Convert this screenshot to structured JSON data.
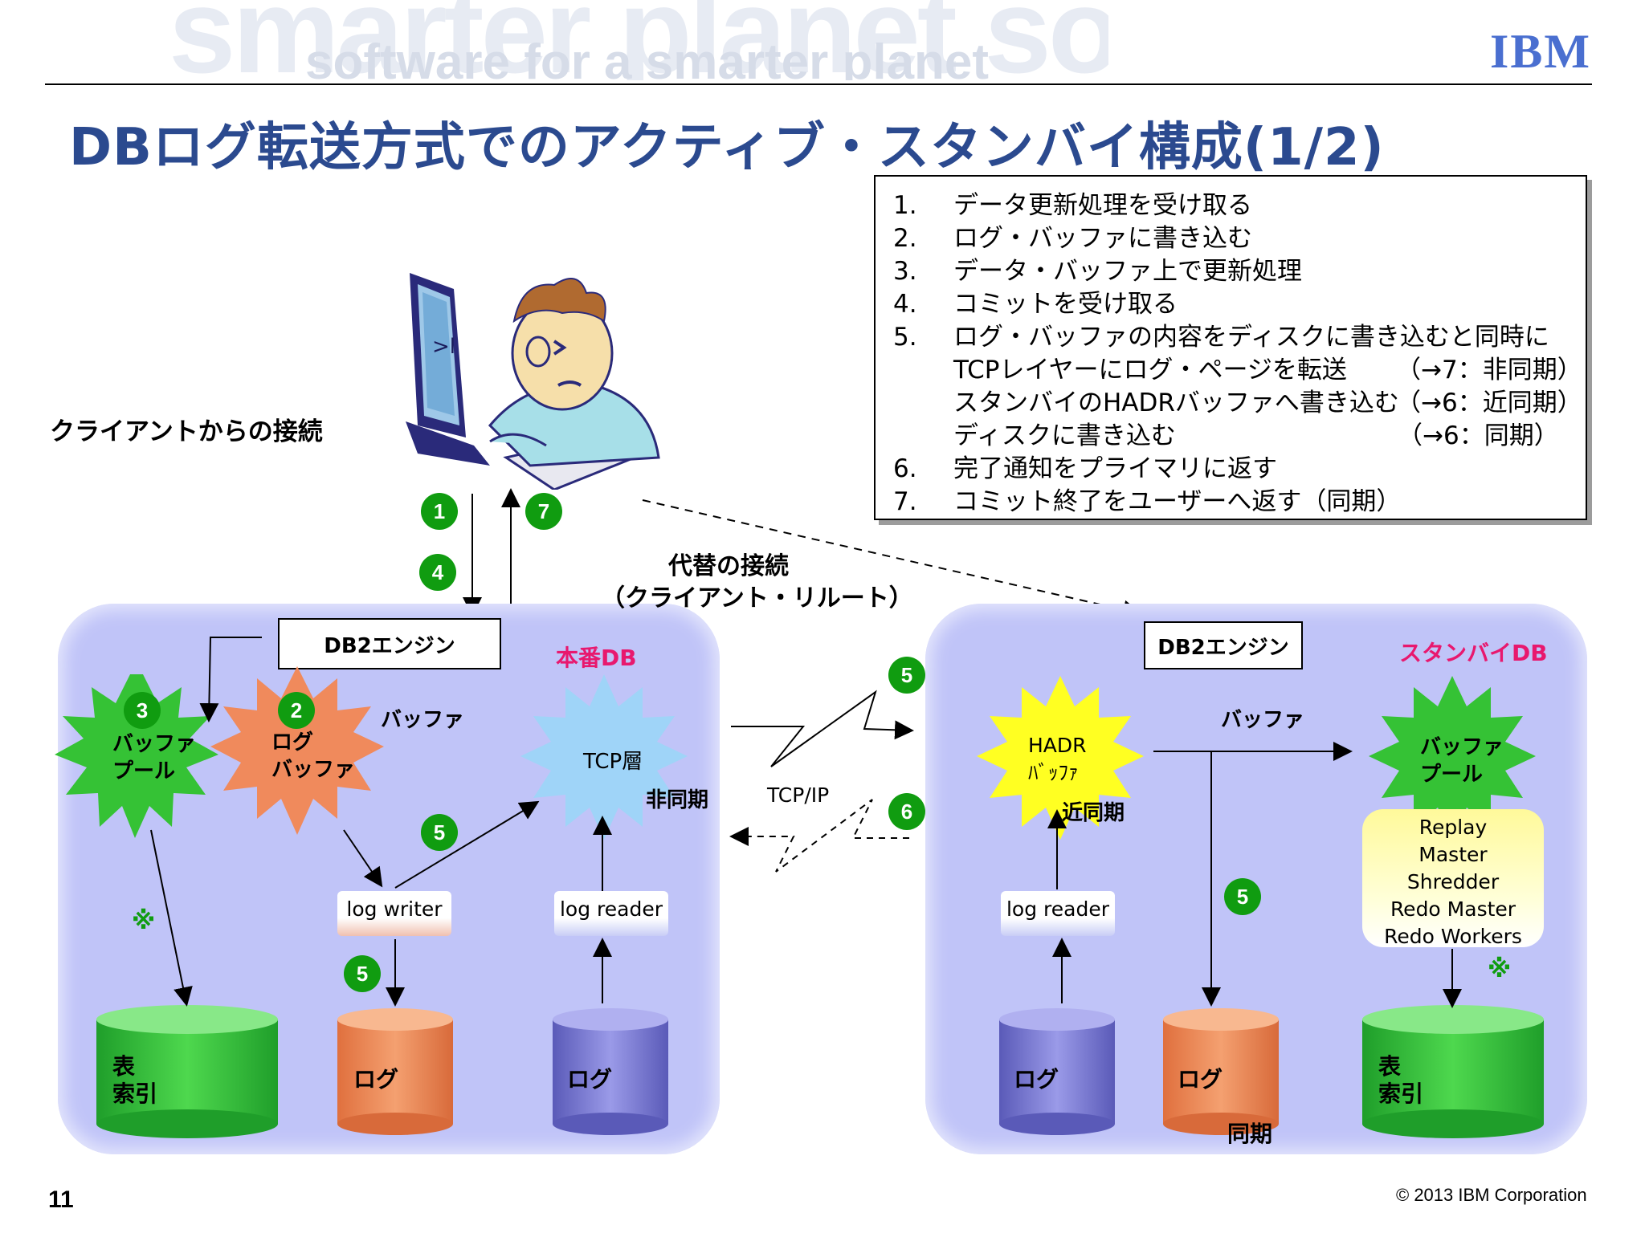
{
  "watermark": {
    "line1": "smarter planet software",
    "line2": "software for a smarter planet"
  },
  "logo": "IBM",
  "title": "DBログ転送方式でのアクティブ・スタンバイ構成(1/2)",
  "steps": [
    {
      "num": "1.",
      "text": "データ更新処理を受け取る"
    },
    {
      "num": "2.",
      "text": "ログ・バッファに書き込む"
    },
    {
      "num": "3.",
      "text": "データ・バッファ上で更新処理"
    },
    {
      "num": "4.",
      "text": "コミットを受け取る"
    },
    {
      "num": "5.",
      "text": "ログ・バッファの内容をディスクに書き込むと同時に"
    },
    {
      "num": "6.",
      "text": "完了通知をプライマリに返す"
    },
    {
      "num": "7.",
      "text": "コミット終了をユーザーへ返す（同期）"
    }
  ],
  "step5_details": [
    {
      "text": "TCPレイヤーにログ・ページを転送",
      "mode": "（→7：非同期）"
    },
    {
      "text": "スタンバイのHADRバッファへ書き込む",
      "mode": "（→6：近同期）"
    },
    {
      "text": "ディスクに書き込む",
      "mode": "（→6：同期）"
    }
  ],
  "client_label": "クライアントからの接続",
  "alt_connection": {
    "line1": "代替の接続",
    "line2": "（クライアント・リルート）"
  },
  "primary": {
    "label": "本番DB",
    "engine": "DB2エンジン",
    "buffer_pool": "バッファ\nプール",
    "log_buffer": "ログ\nバッファ",
    "buffer_label": "バッファ",
    "tcp_layer": "TCP層",
    "async": "非同期",
    "log_writer": "log writer",
    "log_reader": "log reader",
    "table_index": "表\n索引",
    "log1": "ログ",
    "log2": "ログ",
    "note_mark": "※"
  },
  "tcpip": "TCP/IP",
  "standby": {
    "label": "スタンバイDB",
    "engine": "DB2エンジン",
    "hadr_buffer": "HADR\nﾊﾞｯﾌｧ",
    "near_sync": "近同期",
    "buffer_label": "バッファ",
    "buffer_pool": "バッファ\nプール",
    "replay_lines": [
      "Replay",
      "Master",
      "Shredder",
      "Redo Master",
      "Redo Workers"
    ],
    "note_mark": "※",
    "log_reader": "log reader",
    "log1": "ログ",
    "log2": "ログ",
    "sync": "同期",
    "table_index": "表\n索引"
  },
  "badges": [
    "1",
    "7",
    "4",
    "3",
    "2",
    "5",
    "5",
    "5",
    "6",
    "5"
  ],
  "colors": {
    "title": "#2b4a8f",
    "panel": "#c0c4f8",
    "badge": "#109c10",
    "primary_label": "#e8186e",
    "standby_label": "#e8186e",
    "green_burst": "#35c235",
    "orange_burst": "#f08a5c",
    "blue_burst": "#9fd4f8",
    "yellow_burst": "#ffff22"
  },
  "footer": {
    "page": "11",
    "copyright": "© 2013 IBM Corporation"
  }
}
